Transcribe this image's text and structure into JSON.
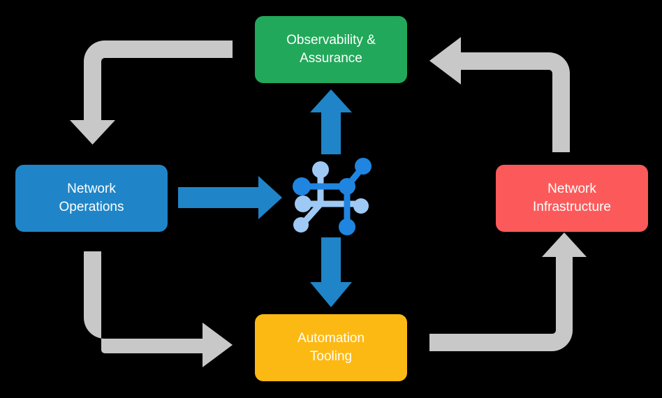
{
  "diagram": {
    "title": "Network automation lifecycle loop",
    "background_color": "#000000",
    "nodes": [
      {
        "id": "observability",
        "label": "Observability &\nAssurance",
        "color": "#22a85a",
        "text_color": "#ffffff",
        "position": "top"
      },
      {
        "id": "operations",
        "label": "Network\nOperations",
        "color": "#1f85c8",
        "text_color": "#ffffff",
        "position": "left"
      },
      {
        "id": "infrastructure",
        "label": "Network\nInfrastructure",
        "color": "#fc5a5a",
        "text_color": "#ffffff",
        "position": "right"
      },
      {
        "id": "automation",
        "label": "Automation\nTooling",
        "color": "#fdb913",
        "text_color": "#ffffff",
        "position": "bottom"
      }
    ],
    "center_icon": {
      "name": "network-topology-icon",
      "color_primary": "#1f85e0",
      "color_secondary": "#9fc9f5"
    },
    "blue_arrows": [
      {
        "id": "operations-to-center",
        "direction": "right",
        "color": "#1f85c8"
      },
      {
        "id": "center-to-observability",
        "direction": "up",
        "color": "#1f85c8"
      },
      {
        "id": "center-to-automation",
        "direction": "down",
        "color": "#1f85c8"
      }
    ],
    "gray_arrows": [
      {
        "id": "observability-to-operations",
        "corner": "top-left",
        "color": "#c8c8c8"
      },
      {
        "id": "infrastructure-to-observability",
        "corner": "top-right",
        "color": "#c8c8c8"
      },
      {
        "id": "operations-to-automation",
        "corner": "bottom-left",
        "color": "#c8c8c8"
      },
      {
        "id": "automation-to-infrastructure",
        "corner": "bottom-right",
        "color": "#c8c8c8"
      }
    ]
  }
}
